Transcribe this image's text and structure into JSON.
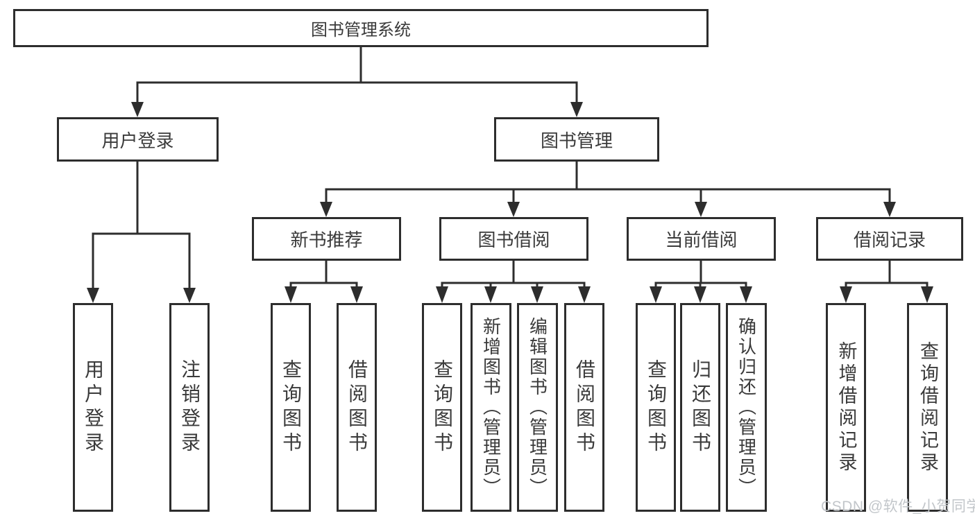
{
  "diagram_title": "图书管理系统",
  "tree": {
    "label": "图书管理系统",
    "children": [
      {
        "label": "用户登录",
        "children": [
          {
            "label": "用户登录"
          },
          {
            "label": "注销登录"
          }
        ]
      },
      {
        "label": "图书管理",
        "children": [
          {
            "label": "新书推荐",
            "children": [
              {
                "label": "查询图书"
              },
              {
                "label": "借阅图书"
              }
            ]
          },
          {
            "label": "图书借阅",
            "children": [
              {
                "label": "查询图书"
              },
              {
                "label": "新增图书（管理员）"
              },
              {
                "label": "编辑图书（管理员）"
              },
              {
                "label": "借阅图书"
              }
            ]
          },
          {
            "label": "当前借阅",
            "children": [
              {
                "label": "查询图书"
              },
              {
                "label": "归还图书"
              },
              {
                "label": "确认归还（管理员）"
              }
            ]
          },
          {
            "label": "借阅记录",
            "children": [
              {
                "label": "新增借阅记录"
              },
              {
                "label": "查询借阅记录"
              }
            ]
          }
        ]
      }
    ]
  },
  "watermark": {
    "text": "CSDN @软件_小贺同学"
  },
  "colors": {
    "background": "#ffffff",
    "line": "#2d2d2d",
    "box_border": "#2d2d2d",
    "text": "#3a3a3a",
    "watermark": "#c2c6ca"
  }
}
